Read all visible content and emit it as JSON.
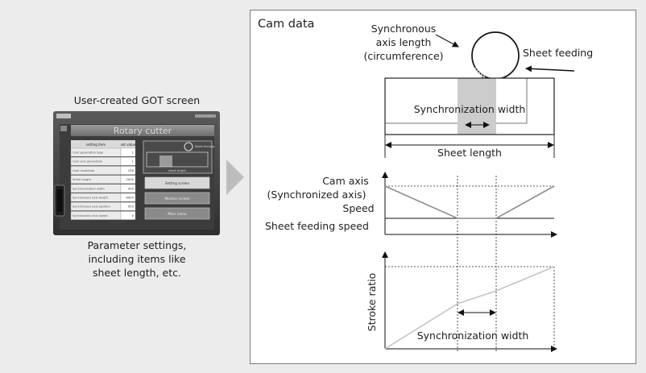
{
  "left": {
    "title": "User-created GOT screen",
    "description_lines": [
      "Parameter settings,",
      "including items like",
      "sheet length, etc."
    ],
    "got_screen": {
      "header_title": "Rotary cutter",
      "table_headers": [
        "setting item",
        "set value"
      ],
      "rows": [
        {
          "label": "Cam generation type",
          "value": "1"
        },
        {
          "label": "Cam axis generation",
          "value": "1"
        },
        {
          "label": "Cam resolution",
          "value": "256"
        },
        {
          "label": "Sheet length",
          "value": "2000"
        },
        {
          "label": "Synchronization width",
          "value": "500"
        },
        {
          "label": "Synchronous axis length",
          "value": "6000"
        },
        {
          "label": "Synchronous axis position",
          "value": "950"
        },
        {
          "label": "Synchronous axis speed",
          "value": "0"
        }
      ],
      "buttons": [
        "Setting screen",
        "Monitor screen",
        "Main menu"
      ],
      "mini_labels": {
        "sheet": "sheet length",
        "feed": "Sheet feeding"
      }
    }
  },
  "diagram": {
    "title": "Cam data",
    "sync_axis_label_lines": [
      "Synchronous",
      "axis length",
      "(circumference)"
    ],
    "sheet_feeding": "Sheet feeding",
    "sync_width": "Synchronization width",
    "sheet_length": "Sheet length",
    "cam_axis_lines": [
      "Cam axis",
      "(Synchronized axis)",
      "Speed"
    ],
    "sheet_feeding_speed": "Sheet feeding speed",
    "stroke_ratio": "Stroke ratio",
    "sync_width_bottom": "Synchronization width"
  },
  "colors": {
    "panel_border": "#7a7a7a",
    "sync_zone": "#cccccc",
    "curve": "#8c8c8c",
    "stroke_curve": "#c4c4c4",
    "arrow_gray": "#bdbdbd"
  }
}
